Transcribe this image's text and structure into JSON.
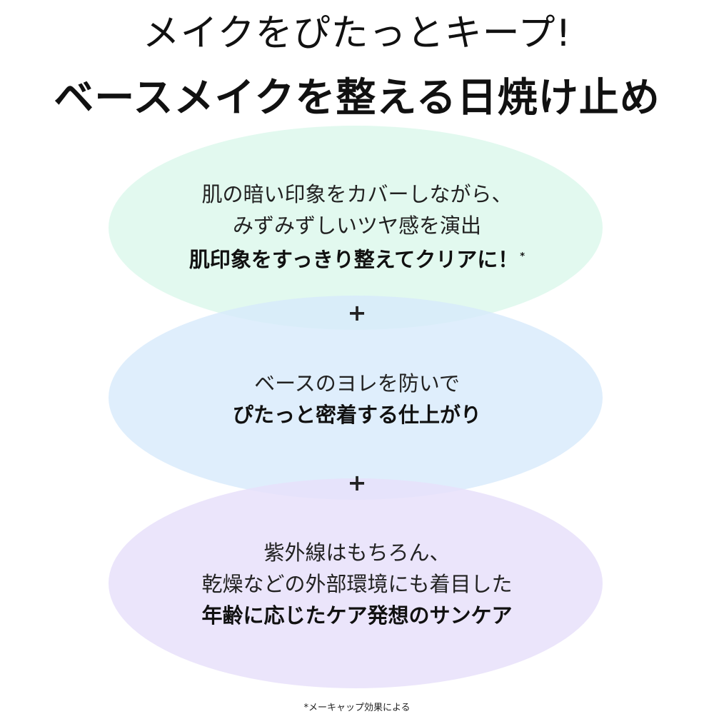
{
  "header": {
    "tagline": "メイクをぴたっとキープ!",
    "title": "ベースメイクを整える日焼け止め"
  },
  "features": [
    {
      "lines": [
        "肌の暗い印象をカバーしながら、",
        "みずみずしいツヤ感を演出"
      ],
      "highlight": "肌印象をすっきり整えてクリアに！",
      "note_mark": "*",
      "color": "#ddf8ec"
    },
    {
      "lines": [
        "ベースのヨレを防いで"
      ],
      "highlight": "ぴたっと密着する仕上がり",
      "color": "#d6e9fb"
    },
    {
      "lines": [
        "紫外線はもちろん、",
        "乾燥などの外部環境にも着目した"
      ],
      "highlight": "年齢に応じたケア発想のサンケア",
      "color": "#e8e1fa"
    }
  ],
  "separators": [
    "+",
    "+"
  ],
  "footnote": "*メーキャップ効果による"
}
